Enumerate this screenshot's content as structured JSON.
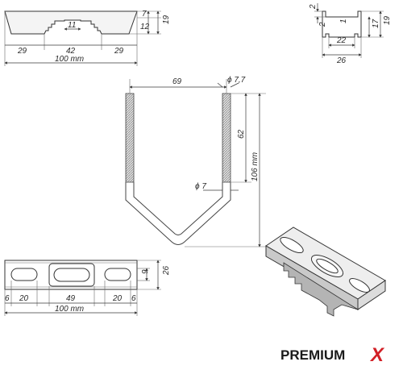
{
  "dimensions": {
    "top_left": {
      "d29a": "29",
      "d42": "42",
      "d29b": "29",
      "d11": "11",
      "d100": "100 mm",
      "d7": "7",
      "d12": "12",
      "d19": "19"
    },
    "top_right": {
      "d2a": "2",
      "d2b": "2",
      "d1": "1",
      "d22": "22",
      "d26": "26",
      "d17": "17",
      "d19": "19"
    },
    "ubolt": {
      "d69": "69",
      "dia77": "ϕ 7,7",
      "d62": "62",
      "d106": "106 mm",
      "dia7": "ϕ 7"
    },
    "bottom_left": {
      "d6a": "6",
      "d20a": "20",
      "d49": "49",
      "d20b": "20",
      "d6b": "6",
      "d100": "100 mm",
      "d9": "9",
      "d26": "26"
    }
  },
  "brand": {
    "name": "PREMIUM",
    "mark": "X"
  },
  "colors": {
    "brand_accent": "#d21f26",
    "line": "#333333"
  }
}
